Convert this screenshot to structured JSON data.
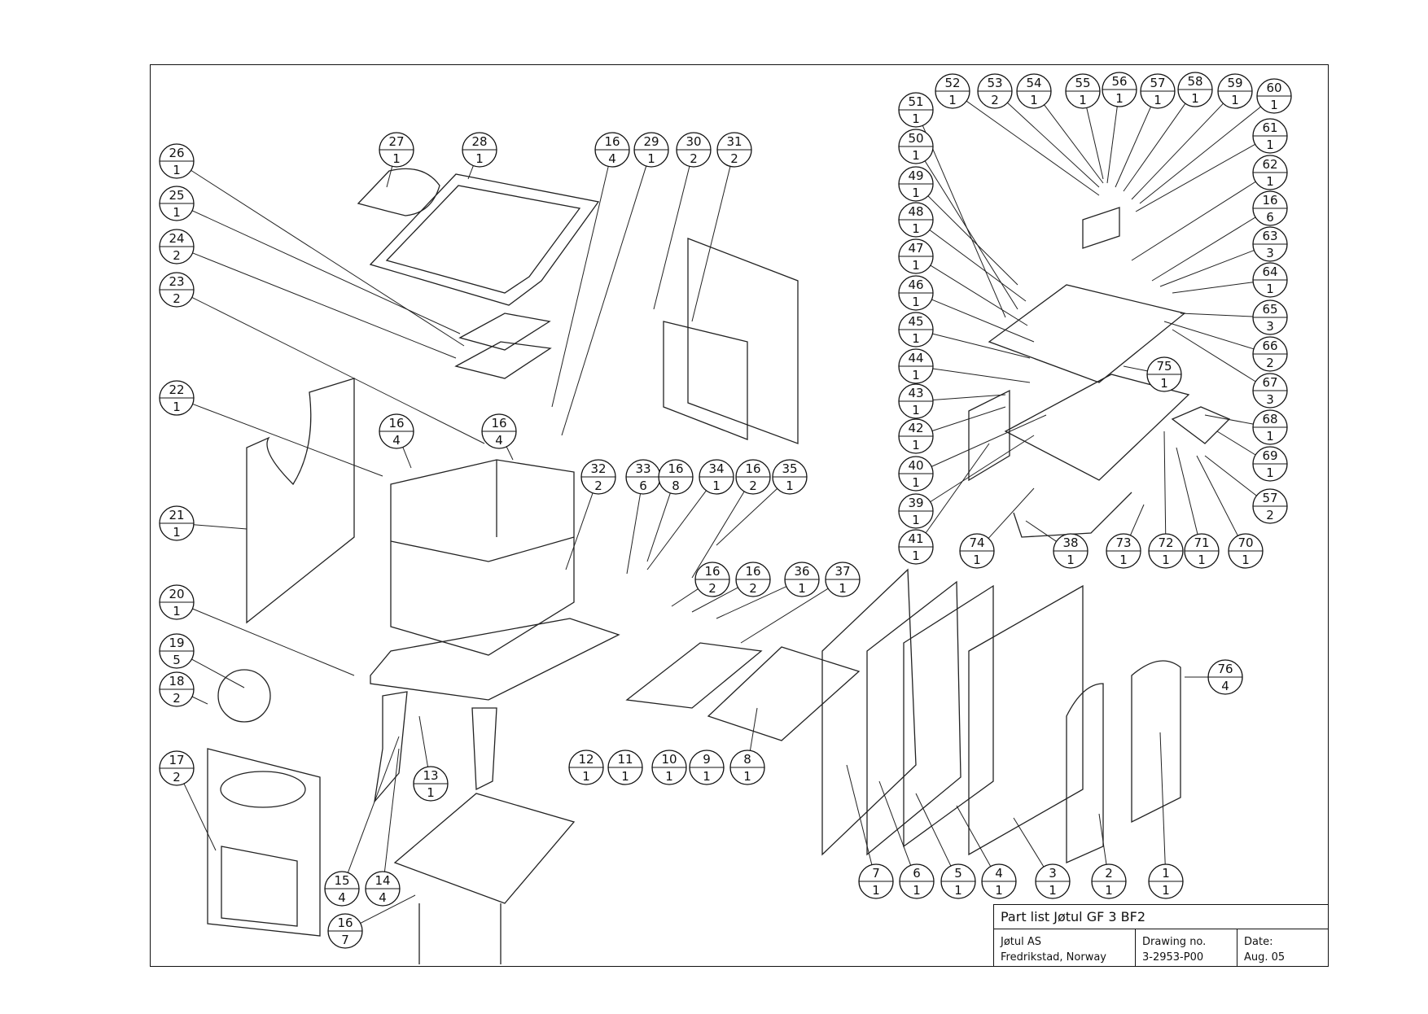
{
  "title_block": {
    "title": "Part list Jøtul GF 3 BF2",
    "company_line1": "Jøtul AS",
    "company_line2": "Fredrikstad, Norway",
    "drawing_label": "Drawing no.",
    "drawing_number": "3-2953-P00",
    "date_label": "Date:",
    "date_value": "Aug. 05"
  },
  "callouts": [
    {
      "num": "1",
      "qty": "1"
    },
    {
      "num": "2",
      "qty": "1"
    },
    {
      "num": "3",
      "qty": "1"
    },
    {
      "num": "4",
      "qty": "1"
    },
    {
      "num": "5",
      "qty": "1"
    },
    {
      "num": "6",
      "qty": "1"
    },
    {
      "num": "7",
      "qty": "1"
    },
    {
      "num": "8",
      "qty": "1"
    },
    {
      "num": "9",
      "qty": "1"
    },
    {
      "num": "10",
      "qty": "1"
    },
    {
      "num": "11",
      "qty": "1"
    },
    {
      "num": "12",
      "qty": "1"
    },
    {
      "num": "13",
      "qty": "1"
    },
    {
      "num": "14",
      "qty": "4"
    },
    {
      "num": "15",
      "qty": "4"
    },
    {
      "num": "16",
      "qty": "7"
    },
    {
      "num": "17",
      "qty": "2"
    },
    {
      "num": "18",
      "qty": "2"
    },
    {
      "num": "19",
      "qty": "5"
    },
    {
      "num": "20",
      "qty": "1"
    },
    {
      "num": "21",
      "qty": "1"
    },
    {
      "num": "22",
      "qty": "1"
    },
    {
      "num": "23",
      "qty": "2"
    },
    {
      "num": "24",
      "qty": "2"
    },
    {
      "num": "25",
      "qty": "1"
    },
    {
      "num": "26",
      "qty": "1"
    },
    {
      "num": "27",
      "qty": "1"
    },
    {
      "num": "28",
      "qty": "1"
    },
    {
      "num": "16",
      "qty": "4"
    },
    {
      "num": "29",
      "qty": "1"
    },
    {
      "num": "30",
      "qty": "2"
    },
    {
      "num": "31",
      "qty": "2"
    },
    {
      "num": "16",
      "qty": "4"
    },
    {
      "num": "16",
      "qty": "4"
    },
    {
      "num": "32",
      "qty": "2"
    },
    {
      "num": "33",
      "qty": "6"
    },
    {
      "num": "16",
      "qty": "8"
    },
    {
      "num": "34",
      "qty": "1"
    },
    {
      "num": "16",
      "qty": "2"
    },
    {
      "num": "35",
      "qty": "1"
    },
    {
      "num": "16",
      "qty": "2"
    },
    {
      "num": "16",
      "qty": "2"
    },
    {
      "num": "36",
      "qty": "1"
    },
    {
      "num": "37",
      "qty": "1"
    },
    {
      "num": "76",
      "qty": "4"
    },
    {
      "num": "51",
      "qty": "1"
    },
    {
      "num": "52",
      "qty": "1"
    },
    {
      "num": "53",
      "qty": "2"
    },
    {
      "num": "54",
      "qty": "1"
    },
    {
      "num": "55",
      "qty": "1"
    },
    {
      "num": "56",
      "qty": "1"
    },
    {
      "num": "57",
      "qty": "1"
    },
    {
      "num": "58",
      "qty": "1"
    },
    {
      "num": "59",
      "qty": "1"
    },
    {
      "num": "60",
      "qty": "1"
    },
    {
      "num": "61",
      "qty": "1"
    },
    {
      "num": "62",
      "qty": "1"
    },
    {
      "num": "16",
      "qty": "6"
    },
    {
      "num": "63",
      "qty": "3"
    },
    {
      "num": "64",
      "qty": "1"
    },
    {
      "num": "65",
      "qty": "3"
    },
    {
      "num": "66",
      "qty": "2"
    },
    {
      "num": "67",
      "qty": "3"
    },
    {
      "num": "68",
      "qty": "1"
    },
    {
      "num": "69",
      "qty": "1"
    },
    {
      "num": "57",
      "qty": "2"
    },
    {
      "num": "50",
      "qty": "1"
    },
    {
      "num": "49",
      "qty": "1"
    },
    {
      "num": "48",
      "qty": "1"
    },
    {
      "num": "47",
      "qty": "1"
    },
    {
      "num": "46",
      "qty": "1"
    },
    {
      "num": "45",
      "qty": "1"
    },
    {
      "num": "44",
      "qty": "1"
    },
    {
      "num": "43",
      "qty": "1"
    },
    {
      "num": "42",
      "qty": "1"
    },
    {
      "num": "40",
      "qty": "1"
    },
    {
      "num": "39",
      "qty": "1"
    },
    {
      "num": "41",
      "qty": "1"
    },
    {
      "num": "75",
      "qty": "1"
    },
    {
      "num": "74",
      "qty": "1"
    },
    {
      "num": "38",
      "qty": "1"
    },
    {
      "num": "73",
      "qty": "1"
    },
    {
      "num": "72",
      "qty": "1"
    },
    {
      "num": "71",
      "qty": "1"
    },
    {
      "num": "70",
      "qty": "1"
    }
  ]
}
